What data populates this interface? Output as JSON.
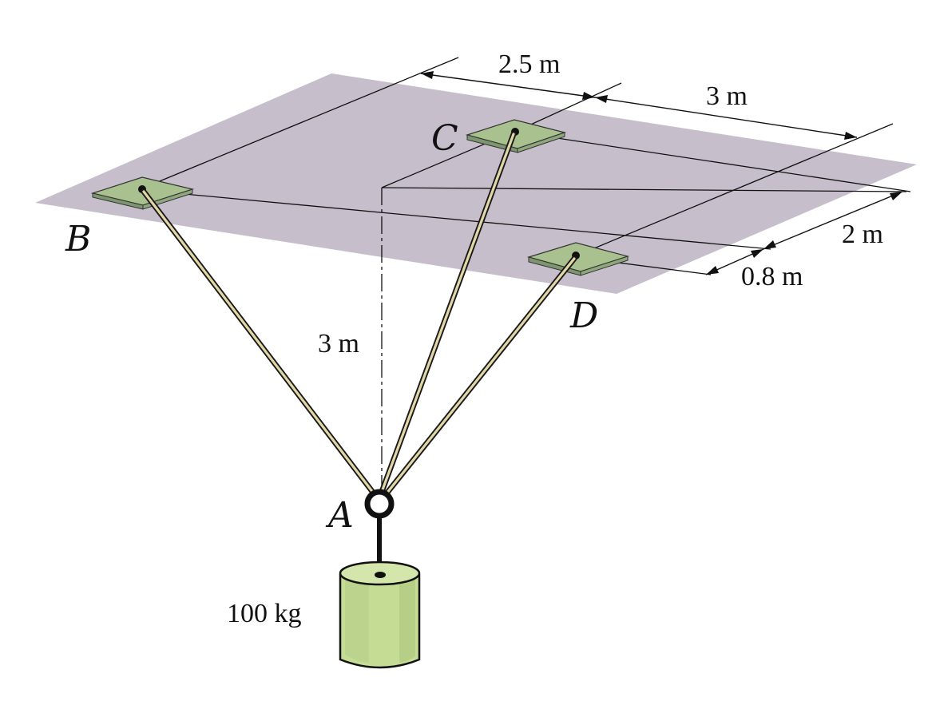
{
  "points": {
    "A": "A",
    "B": "B",
    "C": "C",
    "D": "D"
  },
  "dimensions": {
    "bc_spacing": "2.5 m",
    "cd_offset": "3 m",
    "depth_2": "2 m",
    "depth_08": "0.8 m",
    "height": "3 m"
  },
  "load": {
    "mass_label": "100 kg"
  },
  "colors": {
    "ceiling": "#c6bfcb",
    "plate_top": "#a8c18e",
    "plate_edge": "#7d9670",
    "cable": "#e2d7a6",
    "weight_body": "#c5dc95",
    "weight_top": "#d4e6ac"
  }
}
